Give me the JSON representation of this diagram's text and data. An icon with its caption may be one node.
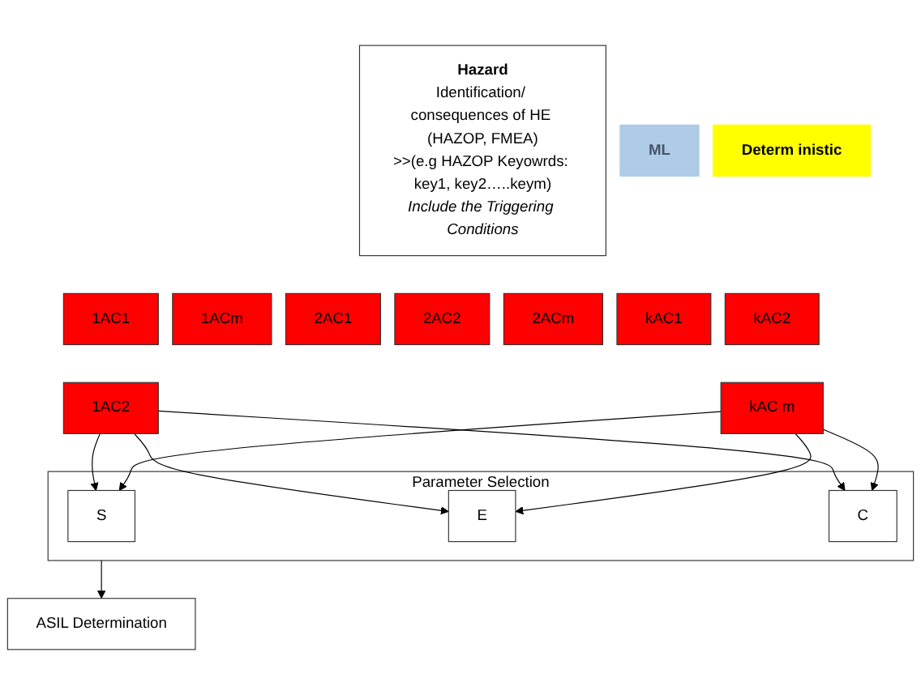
{
  "diagram": {
    "nodes": [
      {
        "text": [
          "Hazard",
          "Identification/ consequences of HE (HAZOP, FMEA)",
          ">>(e.g HAZOP Keyowrds: key1, key2…..keym)",
          "Include the Triggering Conditions"
        ]
      },
      {
        "text": [
          "1AC1"
        ]
      },
      {
        "text": [
          "1AC2"
        ]
      },
      {
        "text": [
          "1ACm"
        ]
      },
      {
        "text": [
          "2AC1"
        ]
      },
      {
        "text": [
          "2AC2"
        ]
      },
      {
        "text": [
          "2ACm"
        ]
      },
      {
        "text": [
          "kAC1"
        ]
      },
      {
        "text": [
          "kAC2"
        ]
      },
      {
        "text": [
          "kAC m"
        ]
      },
      {
        "text": [
          "ML"
        ]
      },
      {
        "text": [
          "Parameter Selection"
        ]
      },
      {
        "text": [
          "S"
        ],
        "in": 11
      },
      {
        "text": [
          "E"
        ],
        "in": 11
      },
      {
        "text": [
          "C"
        ],
        "in": 11
      },
      {
        "text": [
          "Determ inistic"
        ]
      },
      {
        "text": [
          "ASIL Determination"
        ]
      }
    ],
    "edges": [
      {
        "from": 2,
        "to": 12,
        "arrow": "to"
      },
      {
        "from": 2,
        "to": 13,
        "arrow": "to"
      },
      {
        "from": 2,
        "to": 14,
        "arrow": "to"
      },
      {
        "from": 9,
        "to": 12,
        "arrow": "to"
      },
      {
        "from": 9,
        "to": 13,
        "arrow": "to"
      },
      {
        "from": 9,
        "to": 14,
        "arrow": "to"
      },
      {
        "from": 11,
        "to": 16,
        "arrow": "to"
      }
    ]
  }
}
